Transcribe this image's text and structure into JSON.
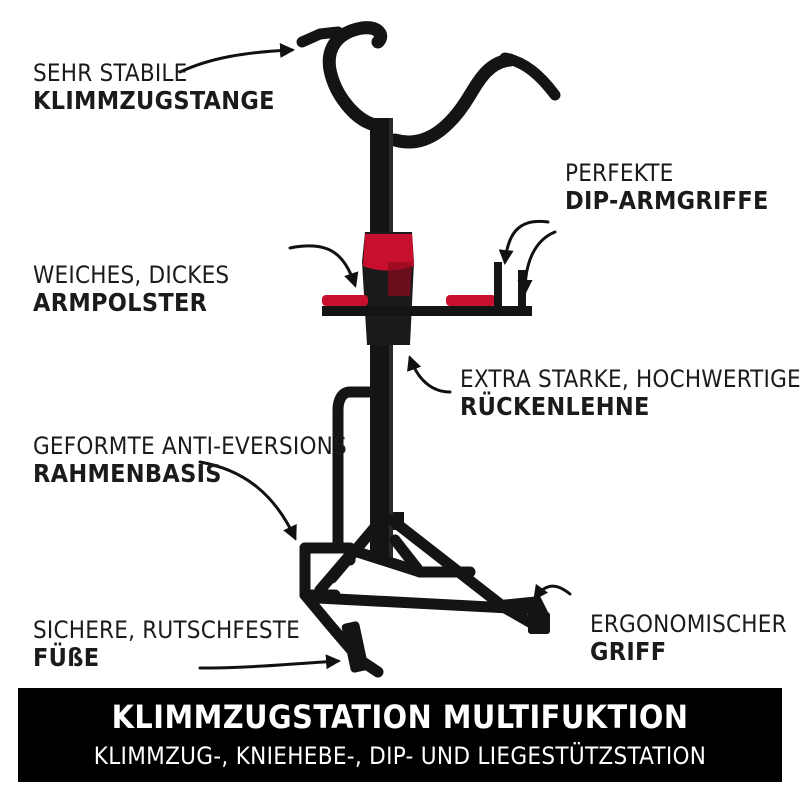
{
  "labels": {
    "pullup_bar": {
      "line1": "SEHR STABILE",
      "line2": "KLIMMZUGSTANGE"
    },
    "dip_grips": {
      "line1": "PERFEKTE",
      "line2": "DIP-ARMGRIFFE"
    },
    "arm_pads": {
      "line1": "WEICHES, DICKES",
      "line2": "ARMPOLSTER"
    },
    "backrest": {
      "line1": "EXTRA STARKE, HOCHWERTIGE",
      "line2": "RÜCKENLEHNE"
    },
    "frame_base": {
      "line1": "GEFORMTE ANTI-EVERSIONS",
      "line2": "RAHMENBASIS"
    },
    "feet": {
      "line1": "SICHERE, RUTSCHFESTE",
      "line2": "FÜßE"
    },
    "grip": {
      "line1": "ERGONOMISCHER",
      "line2": "GRIFF"
    }
  },
  "banner": {
    "title": "KLIMMZUGSTATION MULTIFUKTION",
    "subtitle": "KLIMMZUG-, KNIEHEBE-, DIP- UND LIEGESTÜTZSTATION"
  },
  "colors": {
    "frame": "#141414",
    "pad": "#c8102e",
    "text": "#1b1b1b",
    "banner": "#000000"
  }
}
